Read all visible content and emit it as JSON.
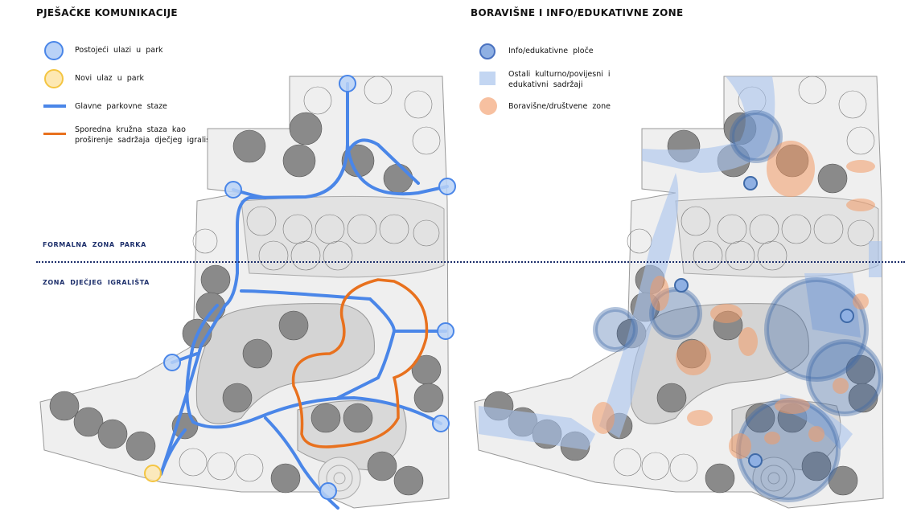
{
  "left_panel": {
    "title": "PJEŠAČKE KOMUNIKACIJE",
    "legend": [
      {
        "label": "Postojeći  ulazi  u  park",
        "icon": "existing-entrance-circle",
        "color": "#4a86e8"
      },
      {
        "label": "Novi  ulaz  u  park",
        "icon": "new-entrance-circle",
        "color": "#f4c542"
      },
      {
        "label": "Glavne  parkovne  staze",
        "icon": "main-path-line",
        "color": "#4a86e8"
      },
      {
        "label": "Sporedna kružna staza kao proširenje sadržaja  dječjeg  igrališta",
        "icon": "secondary-path-line",
        "color": "#e8711e"
      }
    ]
  },
  "right_panel": {
    "title": "BORAVIŠNE I INFO/EDUKATIVNE ZONE",
    "legend": [
      {
        "label": "Info/edukativne  ploče",
        "icon": "info-board-circle",
        "color": "#5b85c9"
      },
      {
        "label": "Ostali  kulturno/povijesni  i  edukativni sadržaji",
        "icon": "cultural-zone-square",
        "color": "#b8cfee"
      },
      {
        "label": "Boravišne/društvene  zone",
        "icon": "social-zone-circle",
        "color": "#f5b894"
      }
    ]
  },
  "zones": {
    "formal": "FORMALNA  ZONA  PARKA",
    "playground": "ZONA  DJEČJEG  IGRALIŠTA"
  }
}
